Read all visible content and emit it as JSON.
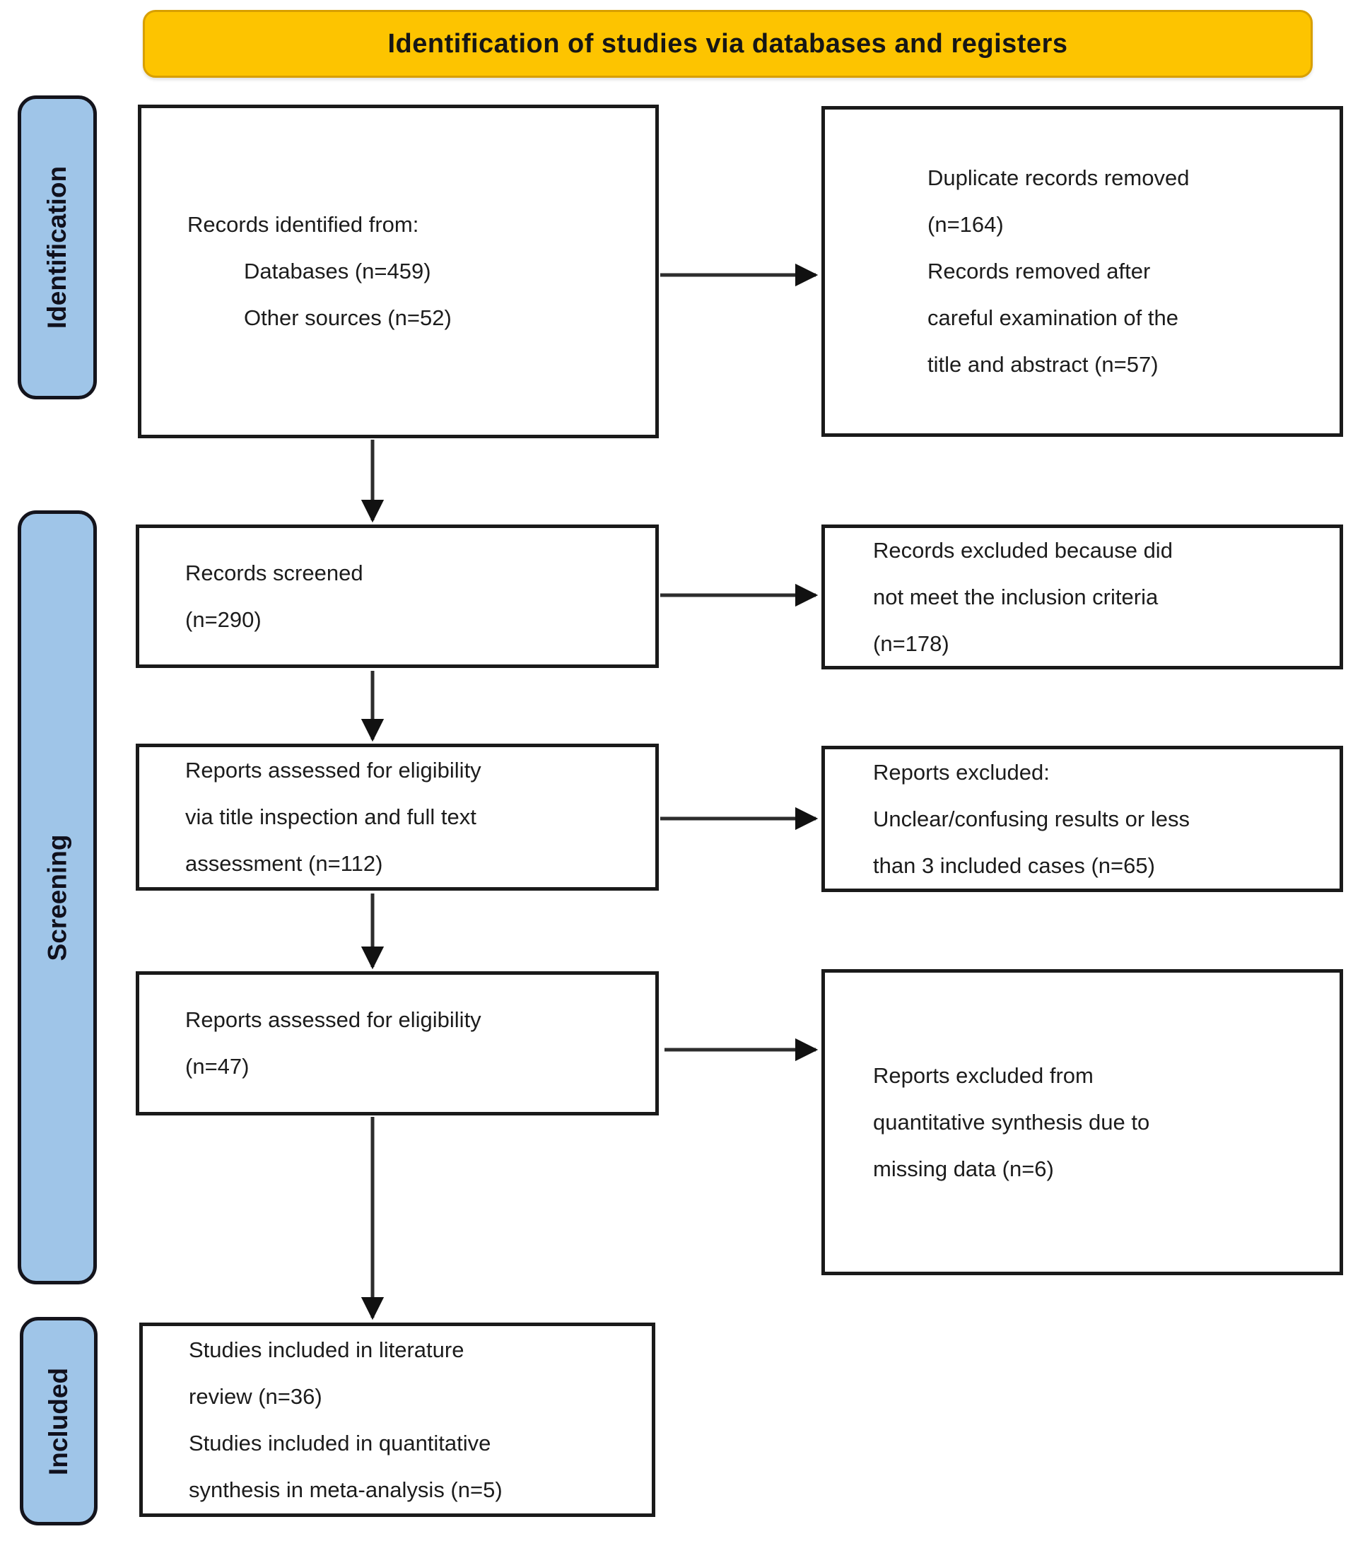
{
  "banner": {
    "title": "Identification of studies via databases and registers"
  },
  "stages": {
    "identification": "Identification",
    "screening": "Screening",
    "included": "Included"
  },
  "colors": {
    "banner_bg": "#fdc400",
    "banner_border": "#d89f00",
    "stage_bg": "#9fc5e8",
    "box_border": "#1a1a1a",
    "arrow": "#2d2d2d",
    "text": "#1c1c1c"
  },
  "boxes": {
    "records_identified": {
      "lines": [
        {
          "text": "Records identified from:"
        },
        {
          "text": "Databases (n=459)",
          "indent": true
        },
        {
          "text": "Other sources (n=52)",
          "indent": true
        }
      ]
    },
    "duplicate_records_removed": {
      "lines": [
        {
          "text": "Duplicate records removed"
        },
        {
          "text": "(n=164)"
        },
        {
          "text": "Records removed after"
        },
        {
          "text": "careful examination of the"
        },
        {
          "text": "title and abstract (n=57)"
        }
      ]
    },
    "records_screened": {
      "lines": [
        {
          "text": "Records screened"
        },
        {
          "text": "(n=290)"
        }
      ]
    },
    "records_excluded": {
      "lines": [
        {
          "text": "Records excluded because did"
        },
        {
          "text": "not meet the inclusion criteria"
        },
        {
          "text": "(n=178)"
        }
      ]
    },
    "reports_assessed_full_text": {
      "lines": [
        {
          "text": "Reports assessed for eligibility"
        },
        {
          "text": "via title inspection and full text"
        },
        {
          "text": "assessment (n=112)"
        }
      ]
    },
    "reports_excluded_unclear": {
      "lines": [
        {
          "text": "Reports excluded:"
        },
        {
          "text": "Unclear/confusing results or less"
        },
        {
          "text": "than 3 included cases (n=65)"
        }
      ]
    },
    "reports_assessed_eligibility": {
      "lines": [
        {
          "text": "Reports assessed for eligibility"
        },
        {
          "text": "(n=47)"
        }
      ]
    },
    "reports_excluded_missing_data": {
      "lines": [
        {
          "text": "Reports excluded from"
        },
        {
          "text": "quantitative synthesis due to"
        },
        {
          "text": "missing data (n=6)"
        }
      ]
    },
    "studies_included": {
      "lines": [
        {
          "text": "Studies included in literature"
        },
        {
          "text": "review (n=36)"
        },
        {
          "text": "Studies included in quantitative"
        },
        {
          "text": "synthesis in meta-analysis (n=5)"
        }
      ]
    }
  }
}
